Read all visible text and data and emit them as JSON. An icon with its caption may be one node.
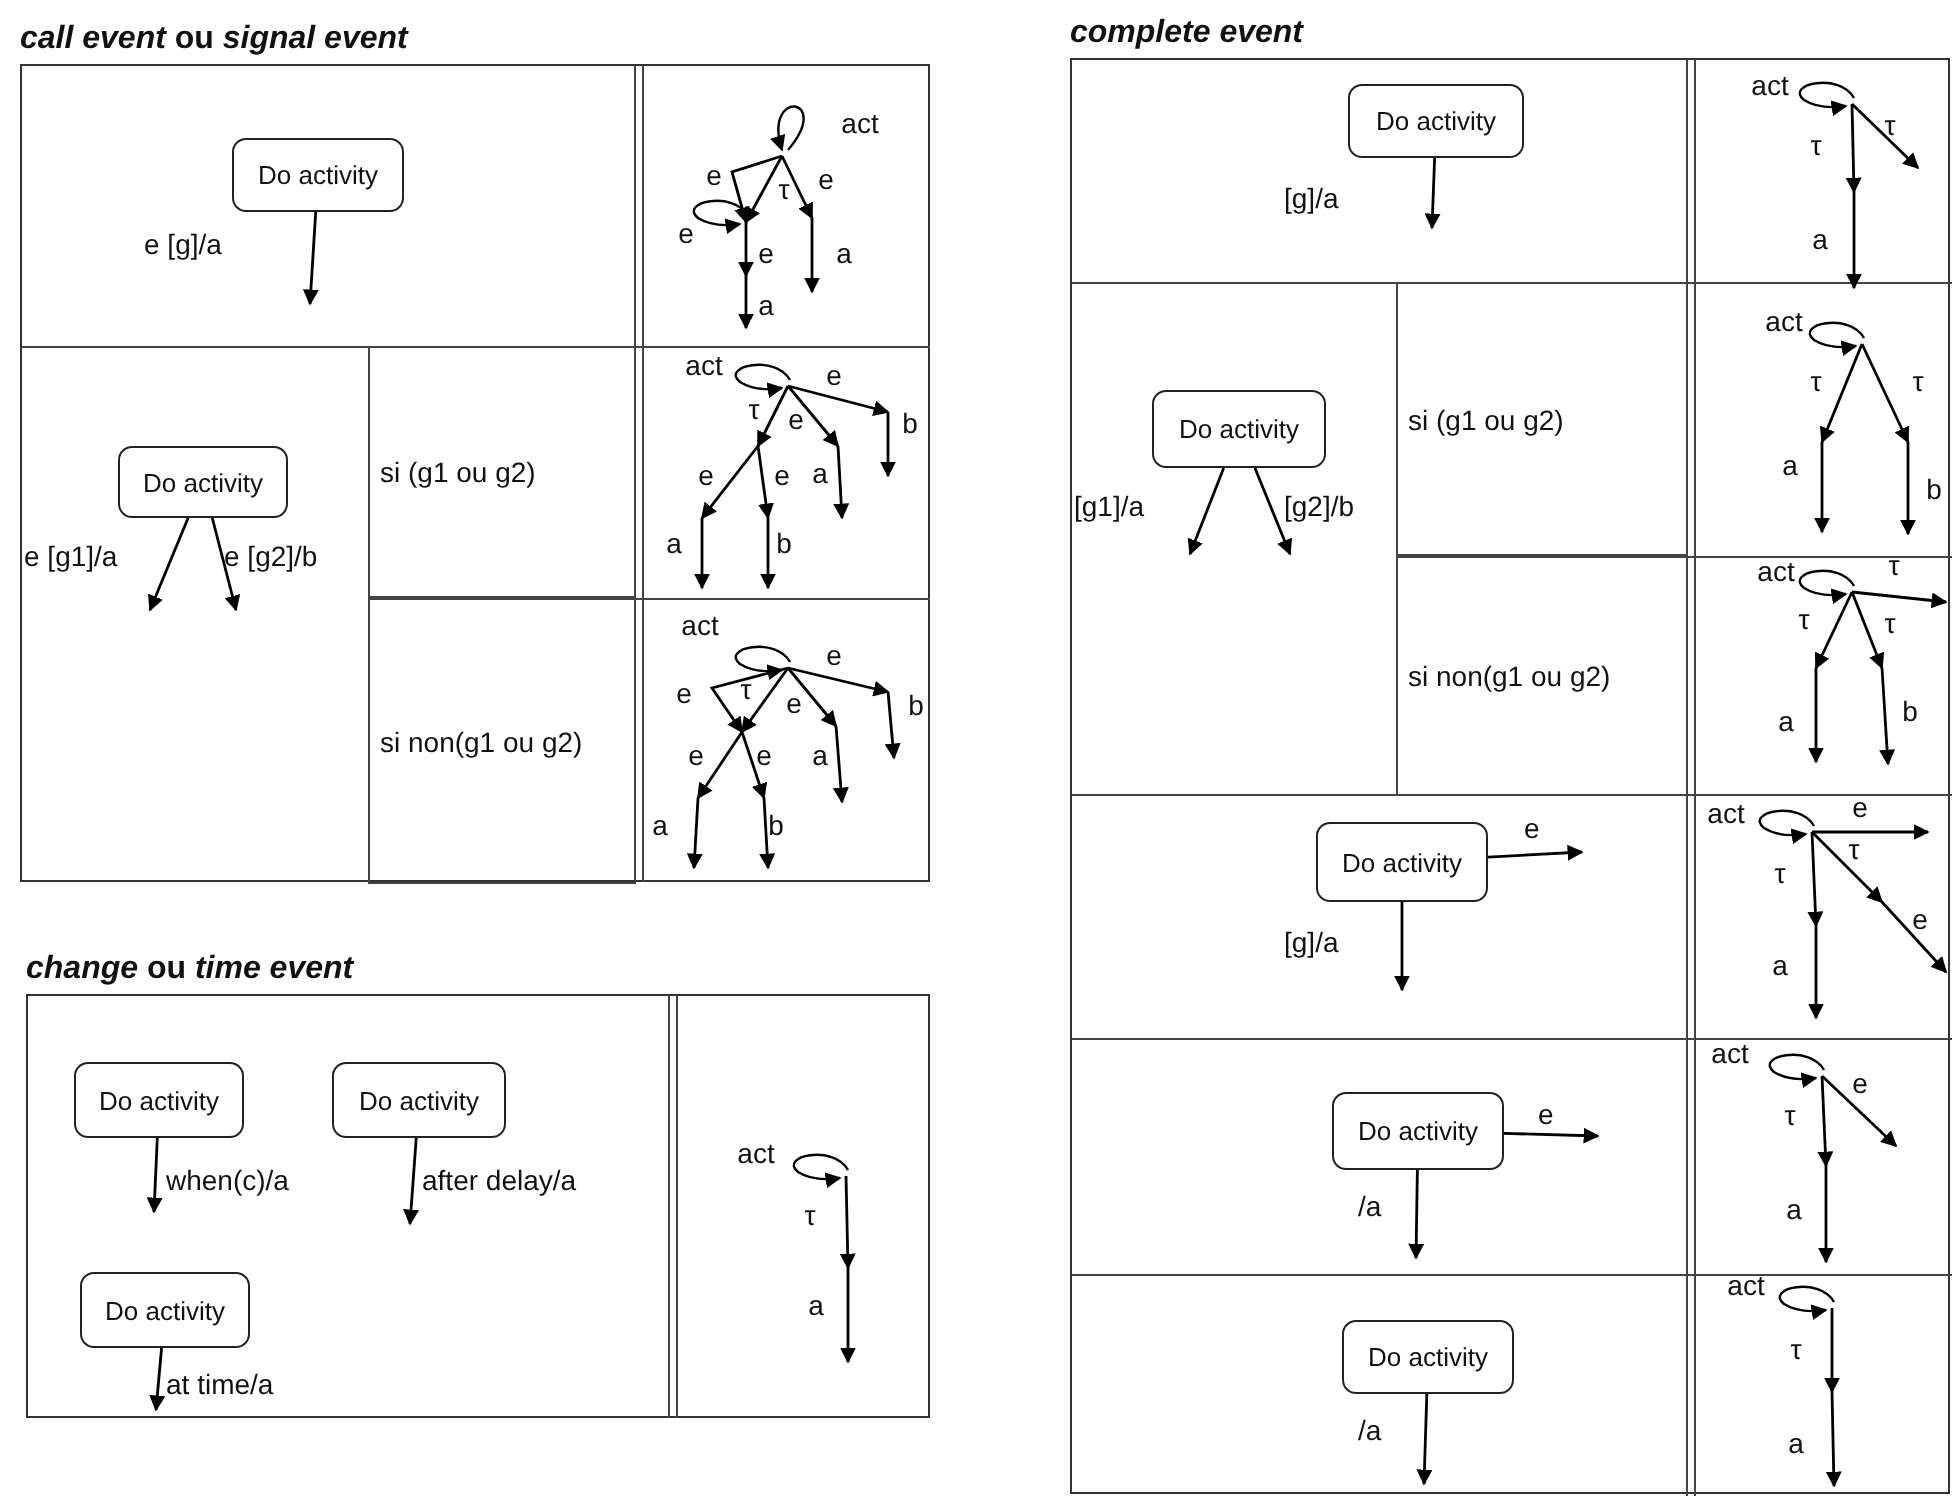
{
  "diagram": {
    "nodes": [
      {
        "text": [
          "*call event* ou *signal event*"
        ]
      },
      {
        "text": [
          "Do activity"
        ],
        "in": 0
      },
      {
        "text": [],
        "shape": "picture",
        "in": 0
      },
      {
        "text": [
          "Do activity"
        ],
        "in": 0
      },
      {
        "text": [
          "si (g1 ou g2)"
        ],
        "in": 0
      },
      {
        "text": [],
        "shape": "picture",
        "in": 0
      },
      {
        "text": [
          "si non(g1 ou g2)"
        ],
        "in": 0
      },
      {
        "text": [],
        "shape": "picture",
        "in": 0
      },
      {
        "text": [
          "*change* ou *time event*"
        ]
      },
      {
        "text": [
          "Do activity"
        ],
        "in": 8
      },
      {
        "text": [
          "Do activity"
        ],
        "in": 8
      },
      {
        "text": [
          "Do activity"
        ],
        "in": 8
      },
      {
        "text": [],
        "shape": "picture",
        "in": 8
      },
      {
        "text": [
          "complete event"
        ]
      },
      {
        "text": [
          "Do activity"
        ],
        "in": 13
      },
      {
        "text": [],
        "shape": "picture",
        "in": 13
      },
      {
        "text": [
          "Do activity"
        ],
        "in": 13
      },
      {
        "text": [
          "si (g1 ou g2)"
        ],
        "in": 13
      },
      {
        "text": [],
        "shape": "picture",
        "in": 13
      },
      {
        "text": [
          "si non(g1 ou g2)"
        ],
        "in": 13
      },
      {
        "text": [],
        "shape": "picture",
        "in": 13
      },
      {
        "text": [
          "Do activity"
        ],
        "in": 13
      },
      {
        "text": [],
        "shape": "picture",
        "in": 13
      },
      {
        "text": [
          "Do activity"
        ],
        "in": 13
      },
      {
        "text": [],
        "shape": "picture",
        "in": 13
      },
      {
        "text": [
          "Do activity"
        ],
        "in": 13
      },
      {
        "text": [],
        "shape": "picture",
        "in": 13
      }
    ],
    "edges": [
      {
        "from": 1,
        "to": null,
        "arrow": "to",
        "label": "e [g]/a"
      },
      {
        "from": 3,
        "to": null,
        "arrow": "to",
        "label": "e [g1]/a"
      },
      {
        "from": 3,
        "to": null,
        "arrow": "to",
        "label": "e [g2]/b"
      },
      {
        "from": 9,
        "to": null,
        "arrow": "to",
        "label": "when(c)/a"
      },
      {
        "from": 10,
        "to": null,
        "arrow": "to",
        "label": "after delay/a"
      },
      {
        "from": 11,
        "to": null,
        "arrow": "to",
        "label": "at time/a"
      },
      {
        "from": 14,
        "to": null,
        "arrow": "to",
        "label": "[g]/a"
      },
      {
        "from": 16,
        "to": null,
        "arrow": "to",
        "label": "[g1]/a"
      },
      {
        "from": 16,
        "to": null,
        "arrow": "to",
        "label": "[g2]/b"
      },
      {
        "from": 21,
        "to": null,
        "arrow": "to",
        "label": "e"
      },
      {
        "from": 21,
        "to": null,
        "arrow": "to",
        "label": "[g]/a"
      },
      {
        "from": 23,
        "to": null,
        "arrow": "to",
        "label": "e"
      },
      {
        "from": 23,
        "to": null,
        "arrow": "to",
        "label": "/a"
      },
      {
        "from": 25,
        "to": null,
        "arrow": "to",
        "label": "/a"
      }
    ],
    "labels": [
      "act",
      "e",
      "τ",
      "e",
      "e",
      "e",
      "a",
      "a",
      "act",
      "e",
      "τ",
      "e",
      "b",
      "e",
      "e",
      "a",
      "a",
      "b",
      "act",
      "e",
      "e",
      "τ",
      "e",
      "b",
      "e",
      "e",
      "a",
      "a",
      "b",
      "act",
      "τ",
      "a",
      "act",
      "τ",
      "τ",
      "a",
      "act",
      "τ",
      "τ",
      "a",
      "b",
      "act",
      "τ",
      "τ",
      "τ",
      "b",
      "a",
      "act",
      "e",
      "τ",
      "τ",
      "e",
      "a",
      "act",
      "e",
      "τ",
      "a",
      "act",
      "τ",
      "a"
    ]
  }
}
